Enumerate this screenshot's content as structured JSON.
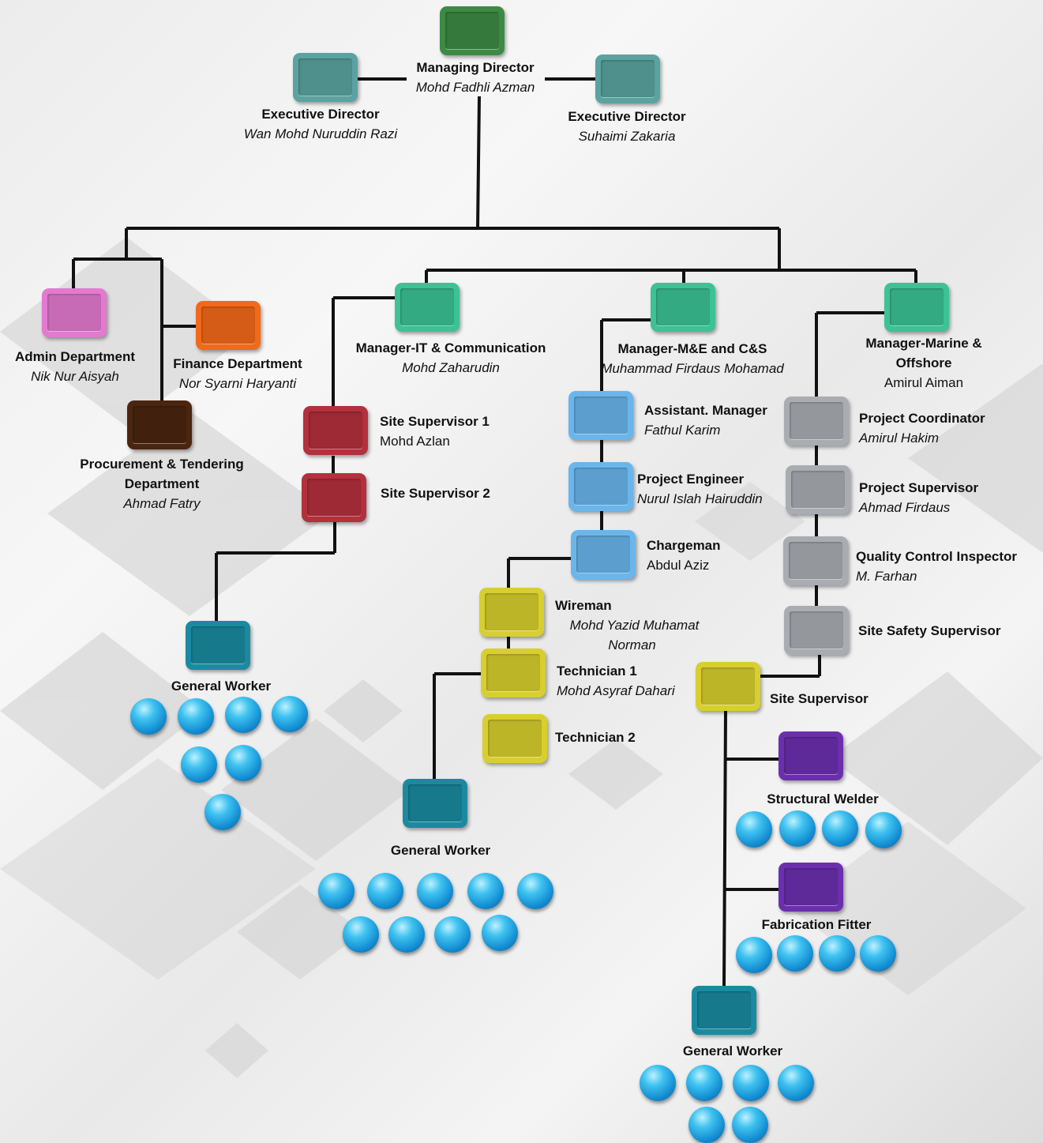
{
  "colors": {
    "director": "#3d8a45",
    "exec": "#5aa3a0",
    "admin": "#e37ad0",
    "finance": "#f2691a",
    "procurement": "#4a2510",
    "manager": "#3cc294",
    "site_supervisor_red": "#b3303d",
    "general_worker": "#1b8aa0",
    "mne_blue": "#69b6ec",
    "marine_grey": "#a9adb2",
    "yellow": "#d8cf2e",
    "purple": "#6b2fae",
    "line": "#111111"
  },
  "managing_director": {
    "title": "Managing Director",
    "name": "Mohd Fadhli Azman"
  },
  "exec_left": {
    "title": "Executive Director",
    "name": "Wan Mohd Nuruddin Razi"
  },
  "exec_right": {
    "title": "Executive Director",
    "name": "Suhaimi Zakaria"
  },
  "admin": {
    "title": "Admin Department",
    "name": "Nik Nur Aisyah"
  },
  "finance": {
    "title": "Finance Department",
    "name": "Nor Syarni Haryanti"
  },
  "procurement": {
    "title_1": "Procurement & Tendering",
    "title_2": "Department",
    "name": "Ahmad Fatry"
  },
  "it": {
    "manager": {
      "title": "Manager-IT & Communication",
      "name": "Mohd Zaharudin"
    },
    "site_supervisor_1": {
      "title": "Site Supervisor 1",
      "name": "Mohd Azlan"
    },
    "site_supervisor_2": {
      "title": "Site Supervisor 2"
    },
    "general_worker": {
      "title": "General Worker",
      "count": 7
    }
  },
  "mne": {
    "manager": {
      "title": "Manager-M&E and C&S",
      "name": "Muhammad Firdaus Mohamad"
    },
    "assistant_manager": {
      "title": "Assistant. Manager",
      "name": "Fathul Karim"
    },
    "project_engineer": {
      "title": "Project Engineer",
      "name": "Nurul Islah Hairuddin"
    },
    "chargeman": {
      "title": "Chargeman",
      "name": "Abdul Aziz"
    },
    "wireman": {
      "title": "Wireman",
      "name_1": "Mohd Yazid Muhamat",
      "name_2": "Norman"
    },
    "technician_1": {
      "title": "Technician 1",
      "name": "Mohd Asyraf Dahari"
    },
    "technician_2": {
      "title": "Technician 2"
    },
    "general_worker": {
      "title": "General Worker",
      "count": 9
    }
  },
  "marine": {
    "manager": {
      "title_1": "Manager-Marine &",
      "title_2": "Offshore",
      "name": "Amirul Aiman"
    },
    "project_coordinator": {
      "title": "Project Coordinator",
      "name": "Amirul Hakim"
    },
    "project_supervisor": {
      "title": "Project Supervisor",
      "name": "Ahmad Firdaus"
    },
    "qc_inspector": {
      "title": "Quality Control Inspector",
      "name": "M. Farhan"
    },
    "site_safety_supervisor": {
      "title": "Site Safety Supervisor"
    },
    "site_supervisor": {
      "title": "Site Supervisor"
    },
    "structural_welder": {
      "title": "Structural Welder",
      "count": 4
    },
    "fabrication_fitter": {
      "title": "Fabrication Fitter",
      "count": 4
    },
    "general_worker": {
      "title": "General Worker",
      "count": 6
    }
  }
}
